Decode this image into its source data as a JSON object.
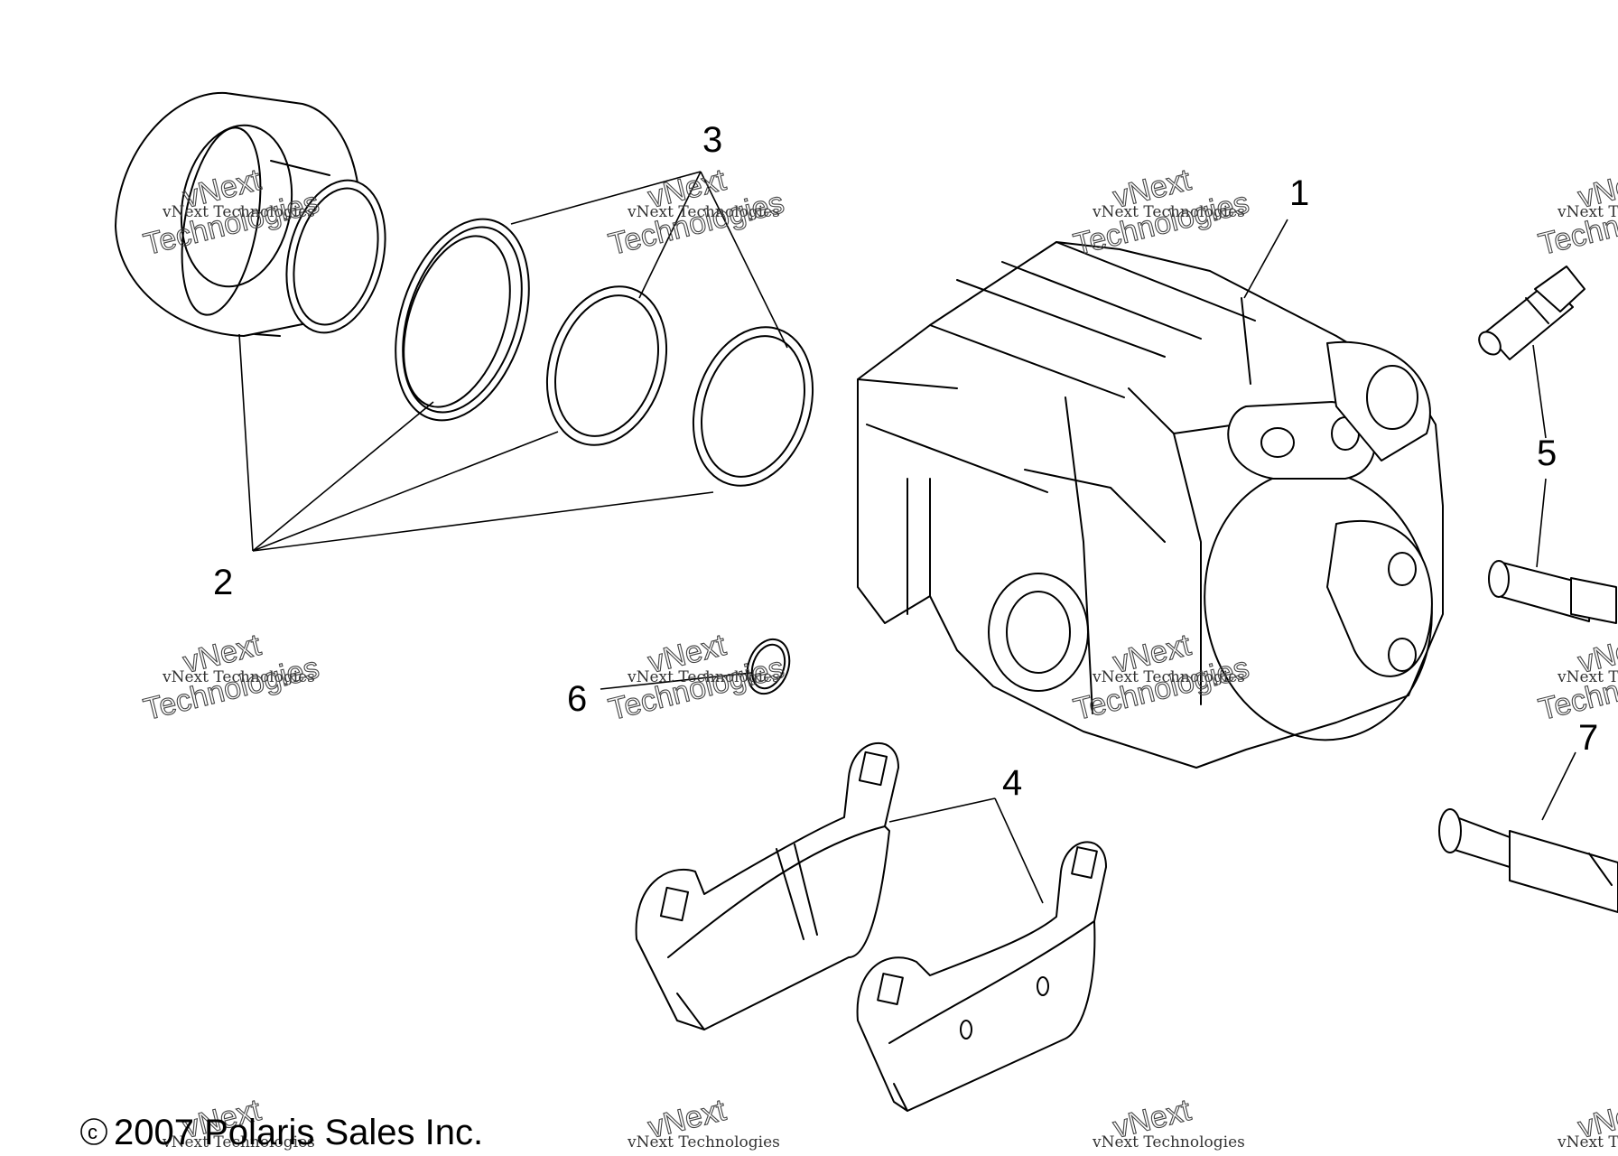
{
  "callouts": [
    "1",
    "2",
    "3",
    "4",
    "5",
    "6",
    "7"
  ],
  "watermark": {
    "line_small": "vNext Technologies",
    "line_large_top": "vNext",
    "line_large_bottom": "Technologies"
  },
  "copyright": {
    "symbol": "c",
    "text": "2007 Polaris Sales Inc."
  }
}
